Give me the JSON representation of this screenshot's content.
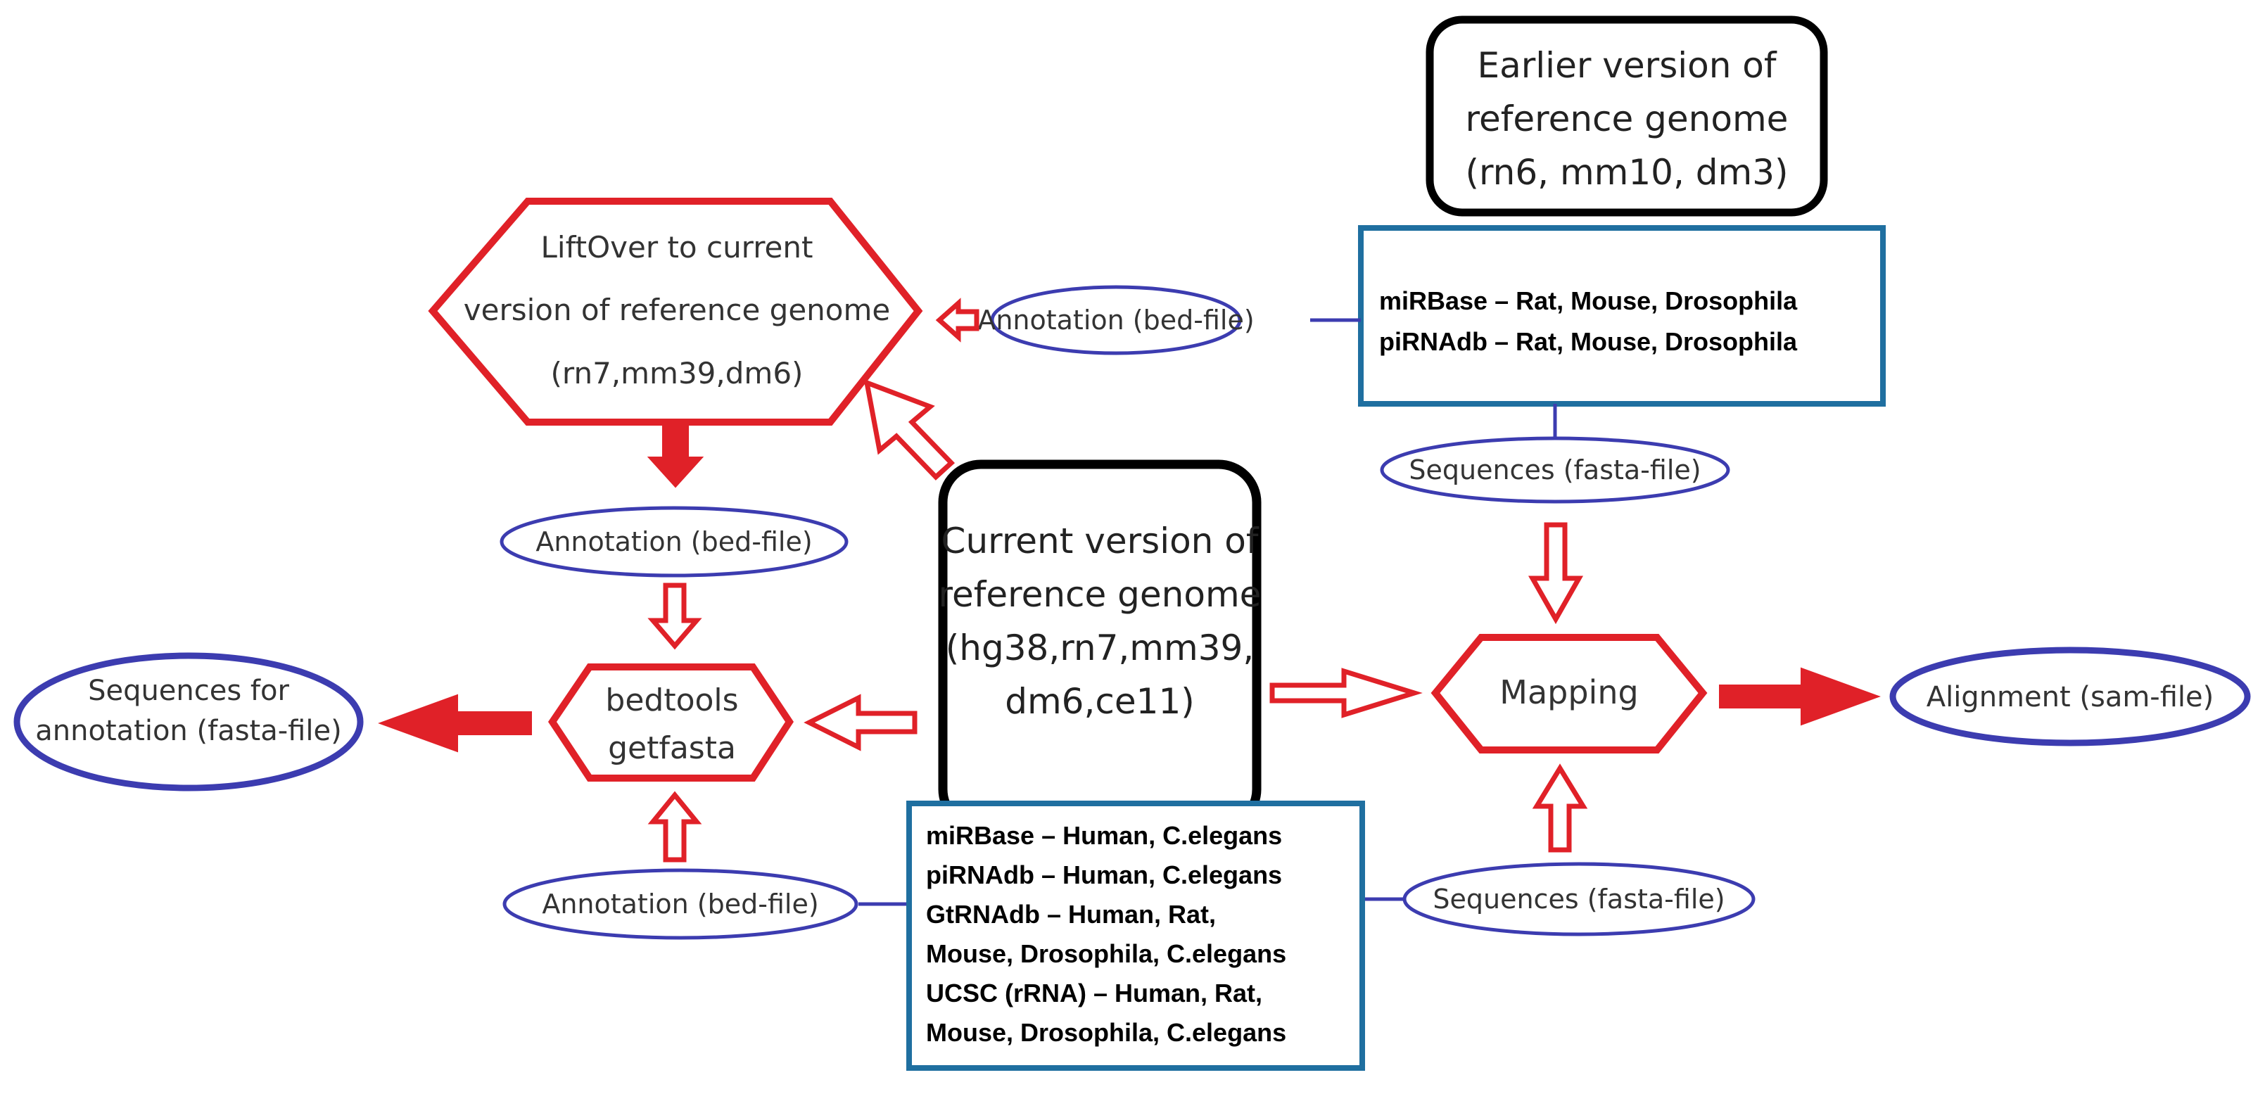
{
  "colors": {
    "red": "#e02128",
    "blue": "#3c3cb0",
    "teal": "#1f6fa0",
    "black": "#000000"
  },
  "earlier_genome": {
    "lines": [
      "Earlier version of",
      "reference genome",
      "(rn6, mm10, dm3)"
    ]
  },
  "liftover": {
    "lines": [
      "LiftOver to current",
      "version of reference genome",
      "(rn7,mm39,dm6)"
    ]
  },
  "current_genome": {
    "lines": [
      "Current version of",
      "reference genome",
      "(hg38,rn7,mm39,",
      "dm6,ce11)"
    ]
  },
  "bedtools": {
    "lines": [
      "bedtools",
      "getfasta"
    ]
  },
  "mapping": {
    "label": "Mapping"
  },
  "db_top": {
    "lines": [
      "miRBase – Rat, Mouse, Drosophila",
      "piRNAdb – Rat, Mouse, Drosophila"
    ]
  },
  "db_bottom": {
    "lines": [
      "miRBase – Human, C.elegans",
      "piRNAdb – Human, C.elegans",
      "GtRNAdb – Human, Rat,",
      "Mouse, Drosophila, C.elegans",
      "UCSC (rRNA) – Human, Rat,",
      "Mouse, Drosophila, C.elegans"
    ]
  },
  "ellipses": {
    "annotation_top": "Annotation (bed-file)",
    "annotation_mid": "Annotation (bed-file)",
    "annotation_bottom": "Annotation (bed-file)",
    "sequences_top": "Sequences (fasta-file)",
    "sequences_bottom": "Sequences (fasta-file)",
    "alignment": "Alignment (sam-file)",
    "sequences_annotation": [
      "Sequences for",
      "annotation (fasta-file)"
    ]
  }
}
